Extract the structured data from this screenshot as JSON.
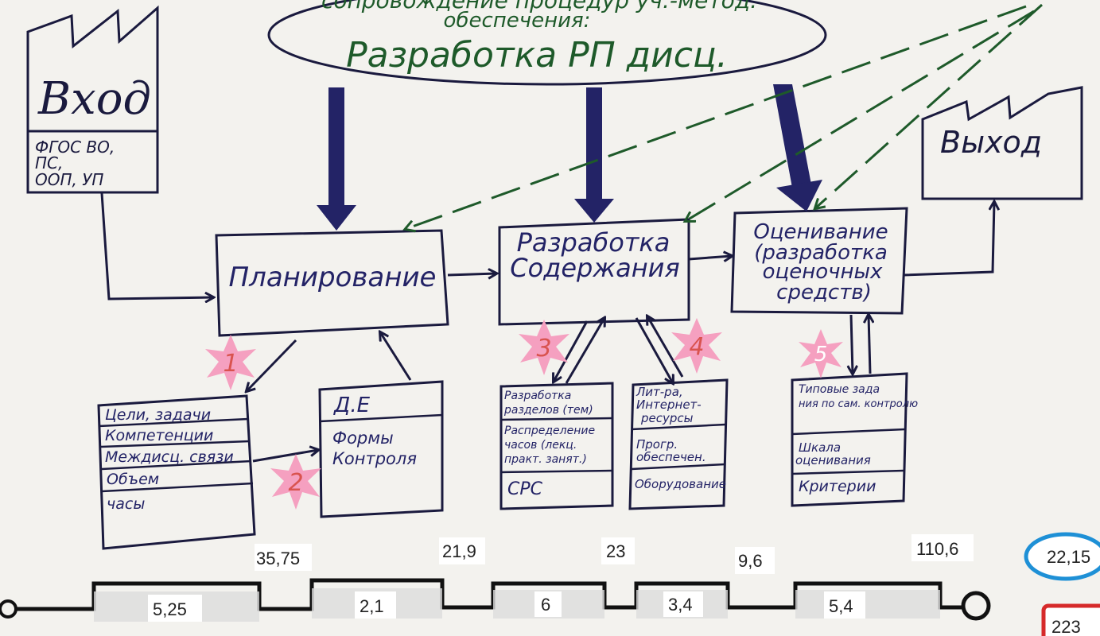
{
  "colors": {
    "ink": "#1a1a3e",
    "navy": "#232366",
    "green": "#1e5a2a",
    "pink": "#f5a0c0",
    "star_text": "#d9534f",
    "blue_circle": "#1e90d6",
    "red_box": "#d62a2a",
    "paper": "#f3f2ee"
  },
  "cloud": {
    "line1": "сопровождение процедур уч.-метод.",
    "line2": "обеспечения:",
    "line3": "Разработка  РП дисц."
  },
  "input_box": {
    "title": "Вход",
    "text_line1": "ФГОС ВО,",
    "text_line2": "ПС,",
    "text_line3": "ООП, УП"
  },
  "output_box": {
    "title": "Выход"
  },
  "process": {
    "planning": "Планирование",
    "content_line1": "Разработка",
    "content_line2": "Содержания",
    "eval_line1": "Оценивание",
    "eval_line2": "(разработка",
    "eval_line3": "оценочных",
    "eval_line4": "средств)"
  },
  "lists": {
    "goals": [
      "Цели, задачи",
      "Компетенции",
      "Междисц. связи",
      "Объем",
      "часы"
    ],
    "de_title": "Д.Е",
    "de_items": [
      "Формы",
      "Контроля"
    ],
    "dev": [
      "Разработка",
      "разделов (тем)",
      "Распределение",
      "часов (лекц.",
      "практ. занят.)",
      "СРС"
    ],
    "lit": [
      "Лит-ра,",
      "Интернет-",
      "ресурсы",
      "Прогр.",
      "обеспечен.",
      "Оборудование"
    ],
    "tasks": [
      "Типовые зада",
      "ния по сам. контролю",
      "Шкала",
      "оценивания",
      "Критерии"
    ]
  },
  "stars": [
    "1",
    "2",
    "3",
    "4",
    "5"
  ],
  "timeline": {
    "top_values": [
      "35,75",
      "21,9",
      "23",
      "9,6",
      "110,6"
    ],
    "bottom_values": [
      "5,25",
      "2,1",
      "6",
      "3,4",
      "5,4"
    ]
  },
  "totals": {
    "circled": "22,15",
    "boxed": "223"
  }
}
